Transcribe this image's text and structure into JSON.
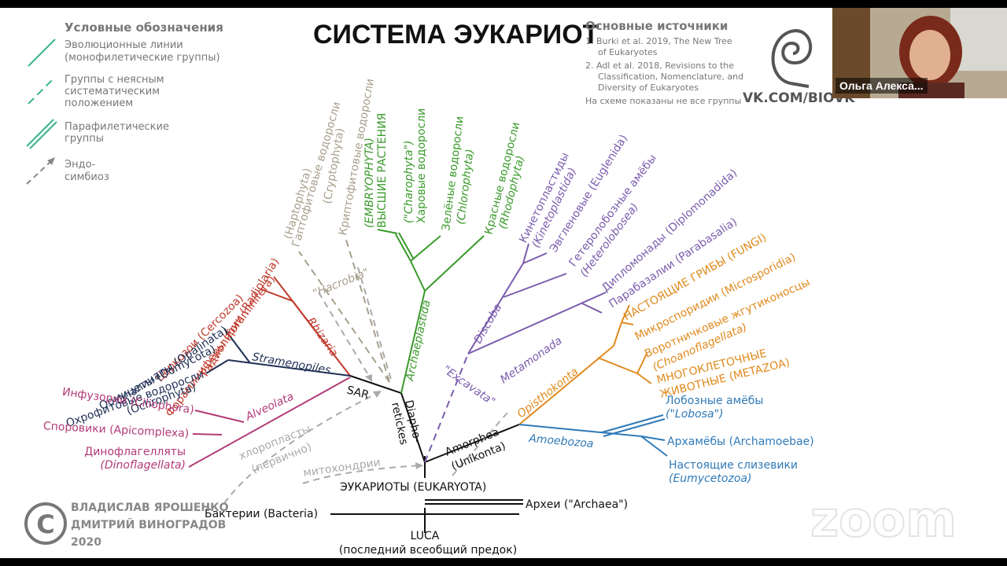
{
  "title": "СИСТЕМА ЭУКАРИОТ",
  "legend": {
    "heading": "Условные обозначения",
    "items": [
      {
        "line1": "Эволюционные линии",
        "line2": "(монофилетические группы)",
        "line3": ""
      },
      {
        "line1": "Группы с неясным",
        "line2": "систематическим",
        "line3": "положением"
      },
      {
        "line1": "Парафилетические",
        "line2": "группы",
        "line3": ""
      },
      {
        "line1": "Эндо-",
        "line2": "симбиоз",
        "line3": ""
      }
    ]
  },
  "sources": {
    "heading": "Основные источники",
    "s1a": "1.  Burki et al. 2019, The New Tree",
    "s1b": "of Eukaryotes",
    "s2a": "2.  Adl et al. 2018, Revisions to the",
    "s2b": "Classification, Nomenclature, and",
    "s2c": "Diversity of Eukaryotes",
    "note": "На схеме показаны не все группы",
    "vk": "VK.COM/BIOVK"
  },
  "colors": {
    "sar": "#c0392b",
    "strameno": "#1f2f55",
    "alveolata": "#b23a78",
    "hacrobia": "#a89f8c",
    "archaeplastida": "#3a9a2b",
    "excavata": "#7b5cae",
    "opisthokonta": "#e08a1e",
    "amoebozoa": "#2f7ab8",
    "grey": "#aaaaaa",
    "legend_green": "#3bb58a"
  },
  "taxa": {
    "foraminifera": "Фораминиферы (Foraminifera)",
    "radiolaria": "Радиолярии (Radiolaria)",
    "cercozoa": "Церкозои (Cercozoa)",
    "rhizaria": "Rhizaria",
    "opalinata": "Опалинаты (Opalinata)",
    "oomycota": "Оомицеты (Oomycota)",
    "ochrophyta1": "Охрофитовые водоросли",
    "ochrophyta2": "(Ochrophyta)",
    "stramenopiles": "Stramenopiles",
    "ciliophora": "Инфузории (Ciliophora)",
    "apicomplexa": "Споровики (Apicomplexa)",
    "dino1": "Динофлагелляты",
    "dino2": "(Dinoflagellata)",
    "alveolata": "Alveolata",
    "sar": "SAR",
    "hapto1": "Гаптофитовые водоросли",
    "hapto2": "(Haptophyta)",
    "crypto1": "Криптофитовые водоросли",
    "crypto2": "(Cryptophyta)",
    "hacrobia": "\"Hacrobia\"",
    "embryo1": "ВЫСШИЕ РАСТЕНИЯ",
    "embryo2": "(EMBRYOPHYTA)",
    "charo1": "Харовые водоросли",
    "charo2": "(\"Charophyta\")",
    "chloro1": "Зелёные водоросли",
    "chloro2": "(Chlorophyta)",
    "rhodo1": "Красные водоросли",
    "rhodo2": "(Rhodophyta)",
    "archaeplastida": "Archaeplastida",
    "diaphoretickes1": "Diapho-",
    "diaphoretickes2": "retickes",
    "kineto1": "Кинетопластиды",
    "kineto2": "(Kinetoplastida)",
    "euglen": "Эвгленовые (Euglenida)",
    "hetero1": "Гетеролобозные амёбы",
    "hetero2": "(Heterolobosea)",
    "diplo": "Дипломонады (Diplomonadida)",
    "parab": "Парабазалии (Parabasalia)",
    "discoba": "Discoba",
    "metamonada": "Metamonada",
    "excavata": "\"Excavata\"",
    "fungi": "НАСТОЯЩИЕ ГРИБЫ (FUNGI)",
    "micro": "Микроспоридии (Microsporidia)",
    "choano1": "Воротничковые жгутиконосцы",
    "choano2": "(Choanoflagellata)",
    "metazoa1": "МНОГОКЛЕТОЧНЫЕ",
    "metazoa2": "ЖИВОТНЫЕ (METAZOA)",
    "opisthokonta": "Opisthokonta",
    "lobosa1": "Лобозные амёбы",
    "lobosa2": "(\"Lobosa\")",
    "archamoebae": "Архамёбы (Archamoebae)",
    "eumyc1": "Настоящие слизевики",
    "eumyc2": "(Eumycetozoa)",
    "amoebozoa": "Amoebozoa",
    "amorphea1": "Amorphea",
    "amorphea2": "(Unikonta)",
    "chloroplasts1": "хлоропласты",
    "chloroplasts2": "(первично)",
    "mito": "митохондрии",
    "eukaryota": "ЭУКАРИОТЫ (EUKARYOTA)",
    "bacteria": "Бактерии (Bacteria)",
    "archaea": "Археи (\"Archaea\")",
    "luca1": "LUCA",
    "luca2": "(последний всеобщий предок)"
  },
  "credits": {
    "c": "С",
    "a1": "ВЛАДИСЛАВ ЯРОШЕНКО",
    "a2": "ДМИТРИЙ ВИНОГРАДОВ",
    "year": "2020"
  },
  "webcam": {
    "name": "Ольга Алекса..."
  },
  "zoom_watermark": "zoom"
}
